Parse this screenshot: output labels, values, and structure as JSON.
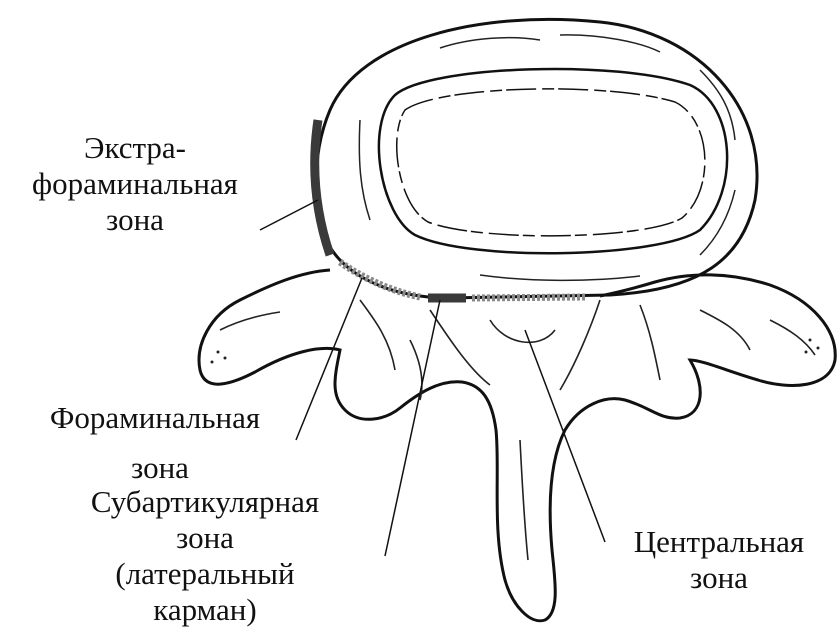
{
  "labels": {
    "extraforaminal": {
      "line1": "Экстра-",
      "line2": "фораминальная",
      "line3": "зона"
    },
    "foraminal": {
      "line1": "Фораминальная",
      "line2": "зона"
    },
    "subarticular": {
      "line1": "Субартикулярная",
      "line2": "зона",
      "line3": "(латеральный",
      "line4": "карман)"
    },
    "central": {
      "line1": "Центральная",
      "line2": "зона"
    }
  },
  "colors": {
    "ink": "#111111",
    "zone_band": "#3a3a3a",
    "hatched_band": "#8a8a8a",
    "background": "#ffffff"
  }
}
